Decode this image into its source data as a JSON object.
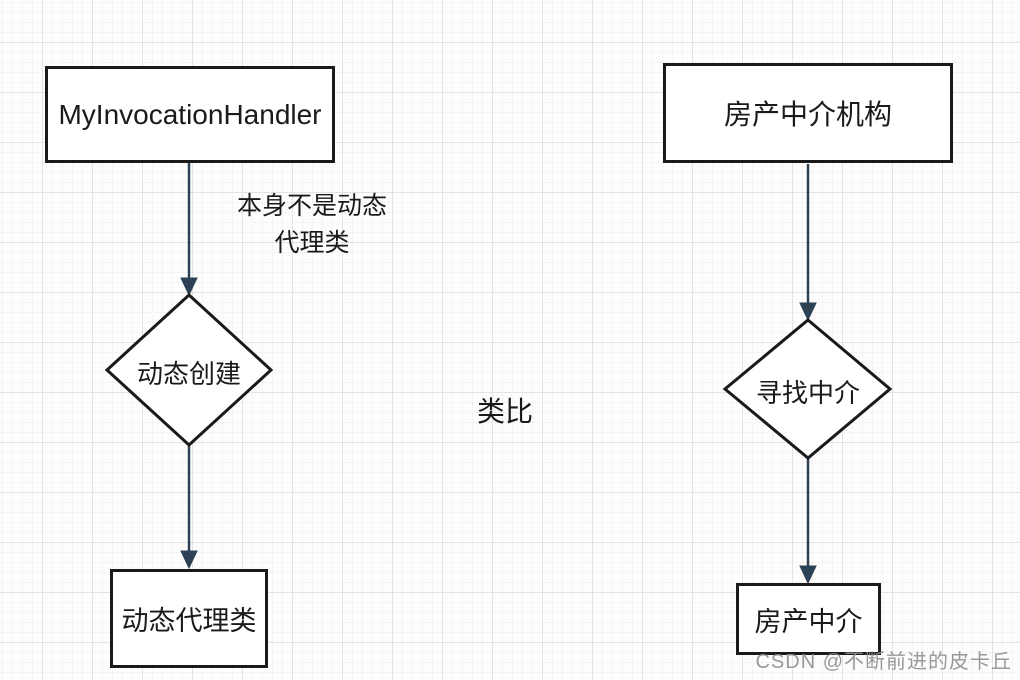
{
  "diagram": {
    "left_flow": {
      "top_box_label": "MyInvocationHandler",
      "edge_label_line1": "本身不是动态",
      "edge_label_line2": "代理类",
      "diamond_label": "动态创建",
      "bottom_box_label": "动态代理类"
    },
    "right_flow": {
      "top_box_label": "房产中介机构",
      "diamond_label": "寻找中介",
      "bottom_box_label": "房产中介"
    },
    "center_label": "类比"
  },
  "watermark": "CSDN @不断前进的皮卡丘",
  "colors": {
    "shape_border": "#1a1a1a",
    "shape_fill": "#ffffff",
    "arrow": "#2d4154",
    "grid_minor": "#f4f4f4",
    "grid_major": "#e3e3e3",
    "background": "#fdfdfd",
    "watermark_text": "#8f8f8f"
  }
}
